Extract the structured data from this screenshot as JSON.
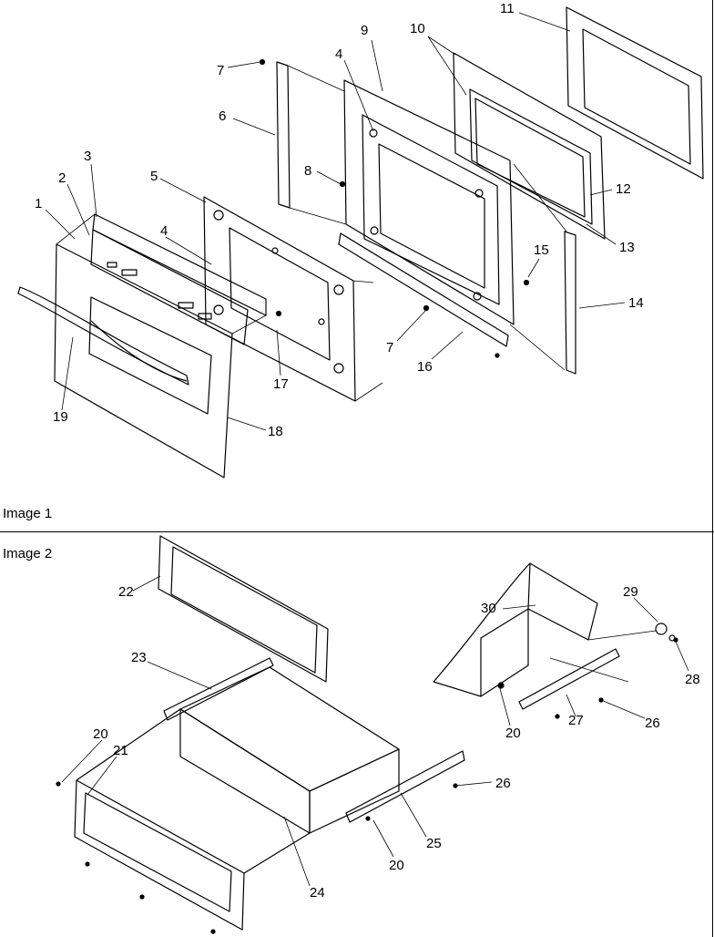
{
  "panels": [
    {
      "label": "Image 1"
    },
    {
      "label": "Image 2"
    }
  ],
  "callouts_image1": [
    "1",
    "2",
    "3",
    "4",
    "5",
    "6",
    "7",
    "4",
    "8",
    "9",
    "10",
    "11",
    "12",
    "13",
    "14",
    "15",
    "7",
    "16",
    "17",
    "18",
    "19"
  ],
  "callouts_image2": [
    "22",
    "23",
    "20",
    "21",
    "24",
    "20",
    "25",
    "26",
    "30",
    "29",
    "28",
    "20",
    "27",
    "26"
  ]
}
